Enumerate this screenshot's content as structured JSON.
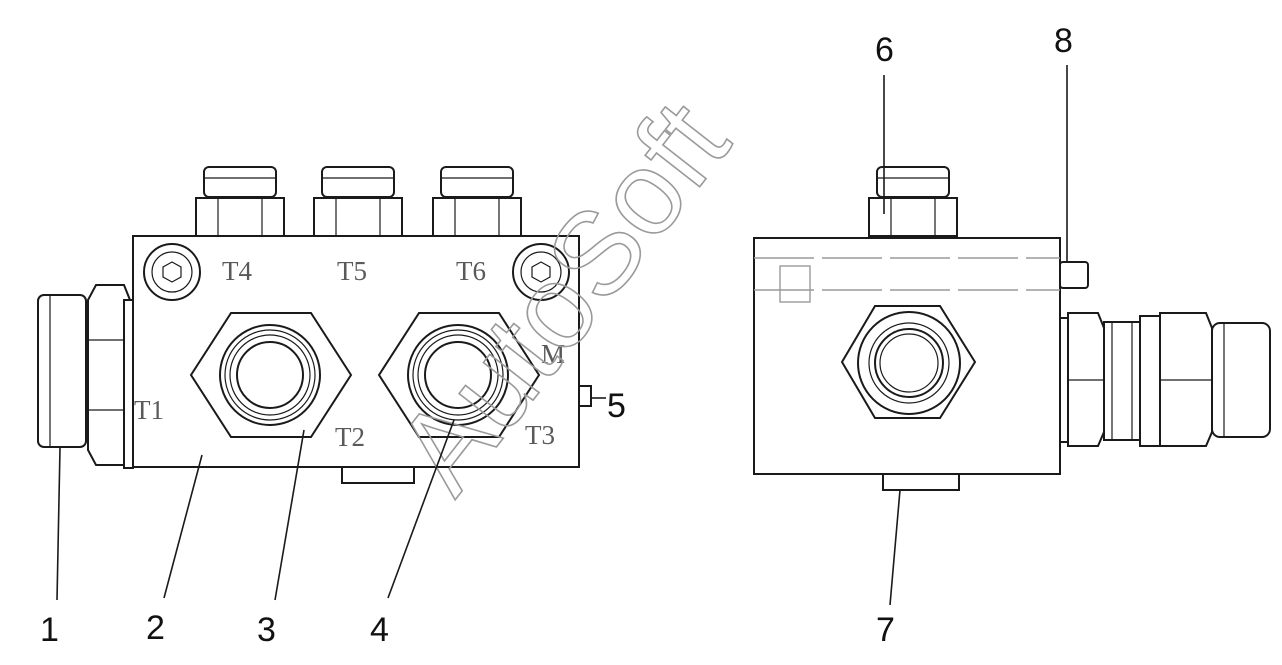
{
  "callouts": [
    "1",
    "2",
    "3",
    "4",
    "5",
    "6",
    "7",
    "8"
  ],
  "ports": {
    "t1": "T1",
    "t2": "T2",
    "t3": "T3",
    "t4": "T4",
    "t5": "T5",
    "t6": "T6",
    "m": "M"
  },
  "watermark": "AutoSoft",
  "colors": {
    "line": "#1a1a1a",
    "label": "#5a5a5a",
    "watermark": "#9a9a9a"
  }
}
